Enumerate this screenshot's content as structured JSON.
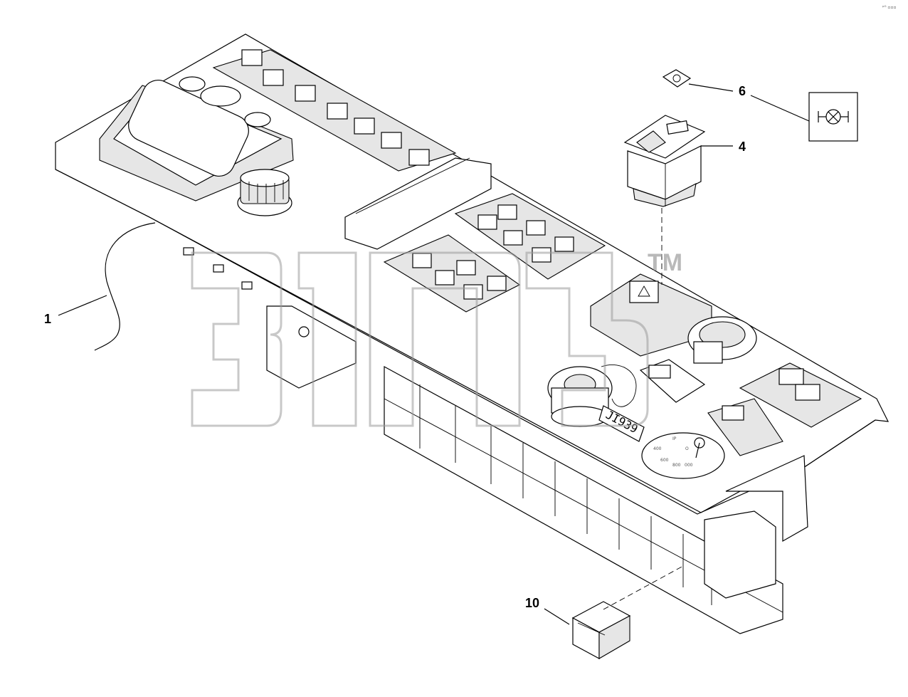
{
  "corner_code": "ᵖᴳ ▫▫▫",
  "callouts": [
    {
      "id": "1",
      "text": "1"
    },
    {
      "id": "4",
      "text": "4"
    },
    {
      "id": "6",
      "text": "6"
    },
    {
      "id": "10",
      "text": "10"
    }
  ],
  "panel_label": "JI939",
  "watermark_tm": "TM",
  "dial_marks": [
    "IP",
    "O",
    "400",
    "600",
    "800",
    "000"
  ]
}
